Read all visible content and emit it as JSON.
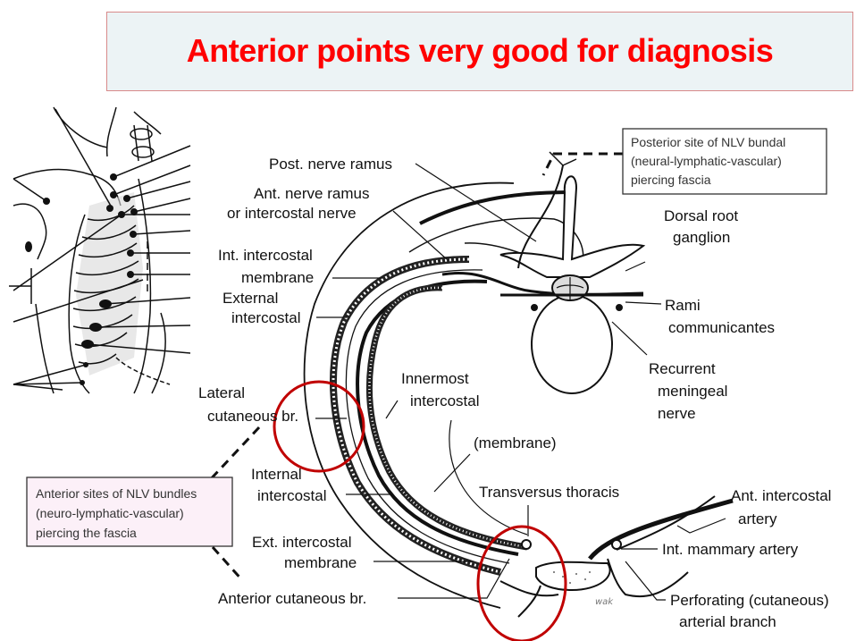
{
  "slide": {
    "title": "Anterior points very good for diagnosis",
    "title_color": "#ff0000",
    "title_bg": "#ecf3f5",
    "highlight_color": "#c00000"
  },
  "callouts": {
    "posterior": {
      "lines": [
        "Posterior site of NLV bundal",
        "(neural-lymphatic-vascular)",
        "piercing fascia"
      ]
    },
    "anterior": {
      "lines": [
        "Anterior sites of NLV bundles",
        "(neuro-lymphatic-vascular)",
        "piercing the fascia"
      ],
      "bg": "#fcf0f8"
    }
  },
  "labels": {
    "post_nerve_ramus": "Post. nerve ramus",
    "ant_nerve_ramus_1": "Ant. nerve ramus",
    "ant_nerve_ramus_2": "or intercostal nerve",
    "int_intercostal_1": "Int. intercostal",
    "int_intercostal_2": "membrane",
    "external_1": "External",
    "external_2": "intercostal",
    "lateral_1": "Lateral",
    "lateral_2": "cutaneous br.",
    "innermost_1": "Innermost",
    "innermost_2": "intercostal",
    "membrane": "(membrane)",
    "internal_1": "Internal",
    "internal_2": "intercostal",
    "transversus": "Transversus thoracis",
    "ext_membrane_1": "Ext. intercostal",
    "ext_membrane_2": "membrane",
    "anterior_cutaneous": "Anterior cutaneous br.",
    "dorsal_1": "Dorsal root",
    "dorsal_2": "ganglion",
    "rami_1": "Rami",
    "rami_2": "communicantes",
    "recurrent_1": "Recurrent",
    "recurrent_2": "meningeal",
    "recurrent_3": "nerve",
    "ant_artery_1": "Ant. intercostal",
    "ant_artery_2": "artery",
    "int_mammary": "Int. mammary artery",
    "perforating_1": "Perforating (cutaneous)",
    "perforating_2": "arterial branch",
    "signature": "wak"
  }
}
